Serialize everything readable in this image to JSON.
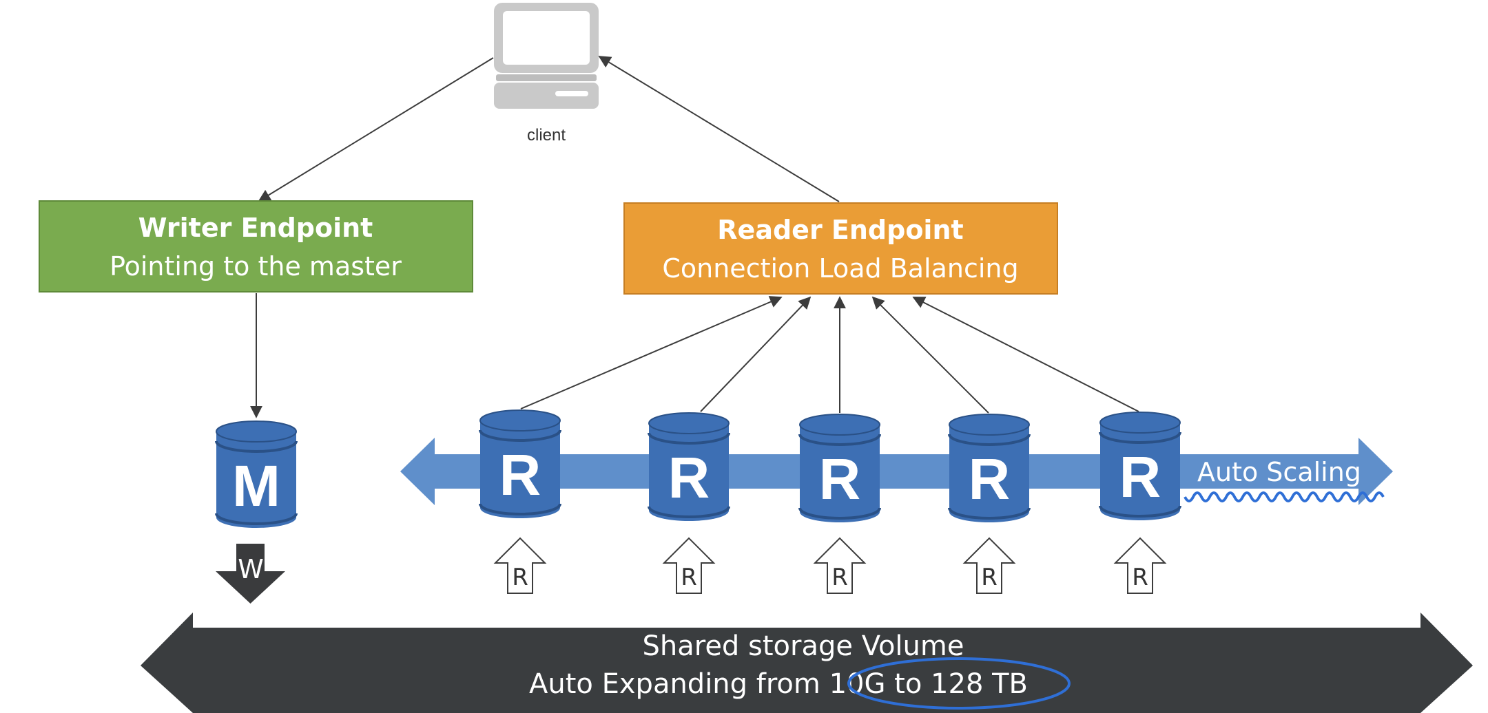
{
  "client": {
    "label": "client",
    "icon": "computer-monitor-icon"
  },
  "writer_endpoint": {
    "title": "Writer Endpoint",
    "subtitle": "Pointing to the master",
    "fill": "#7aab4f",
    "border": "#5e8a39"
  },
  "reader_endpoint": {
    "title": "Reader Endpoint",
    "subtitle": "Connection Load Balancing",
    "fill": "#ea9d36",
    "border": "#c67e23"
  },
  "master_db": {
    "letter": "M",
    "icon": "database-cylinder-icon",
    "color": "#3d6fb4"
  },
  "write_arrow": {
    "letter": "W",
    "icon": "down-arrow-icon",
    "color": "#3a3b3d"
  },
  "replicas": [
    {
      "letter": "R",
      "read_arrow_letter": "R"
    },
    {
      "letter": "R",
      "read_arrow_letter": "R"
    },
    {
      "letter": "R",
      "read_arrow_letter": "R"
    },
    {
      "letter": "R",
      "read_arrow_letter": "R"
    },
    {
      "letter": "R",
      "read_arrow_letter": "R"
    }
  ],
  "auto_scaling": {
    "label": "Auto Scaling",
    "arrow_color": "#5f8fcb",
    "annotation_color": "#2f6fd6"
  },
  "storage": {
    "line1": "Shared storage Volume",
    "line2": "Auto Expanding from 10G to 128 TB",
    "fill": "#3a3d3f",
    "highlight_color": "#2f6fd6"
  }
}
